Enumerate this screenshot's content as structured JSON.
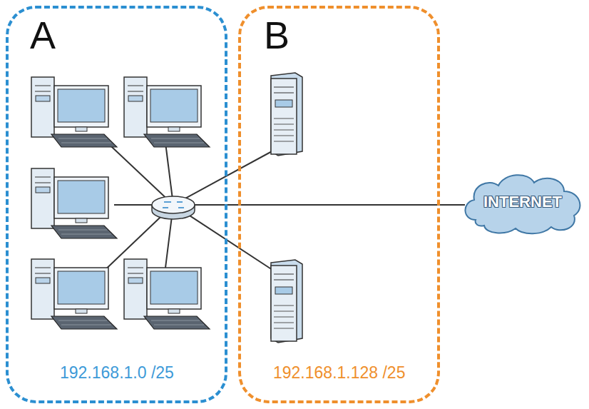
{
  "diagram": {
    "nodes": [
      {
        "text": [
          "A",
          "192.168.1.0 /25"
        ]
      },
      {
        "text": [
          "B",
          "192.168.1.128 /25"
        ]
      },
      {
        "text": [
          "INTERNET"
        ]
      }
    ]
  }
}
